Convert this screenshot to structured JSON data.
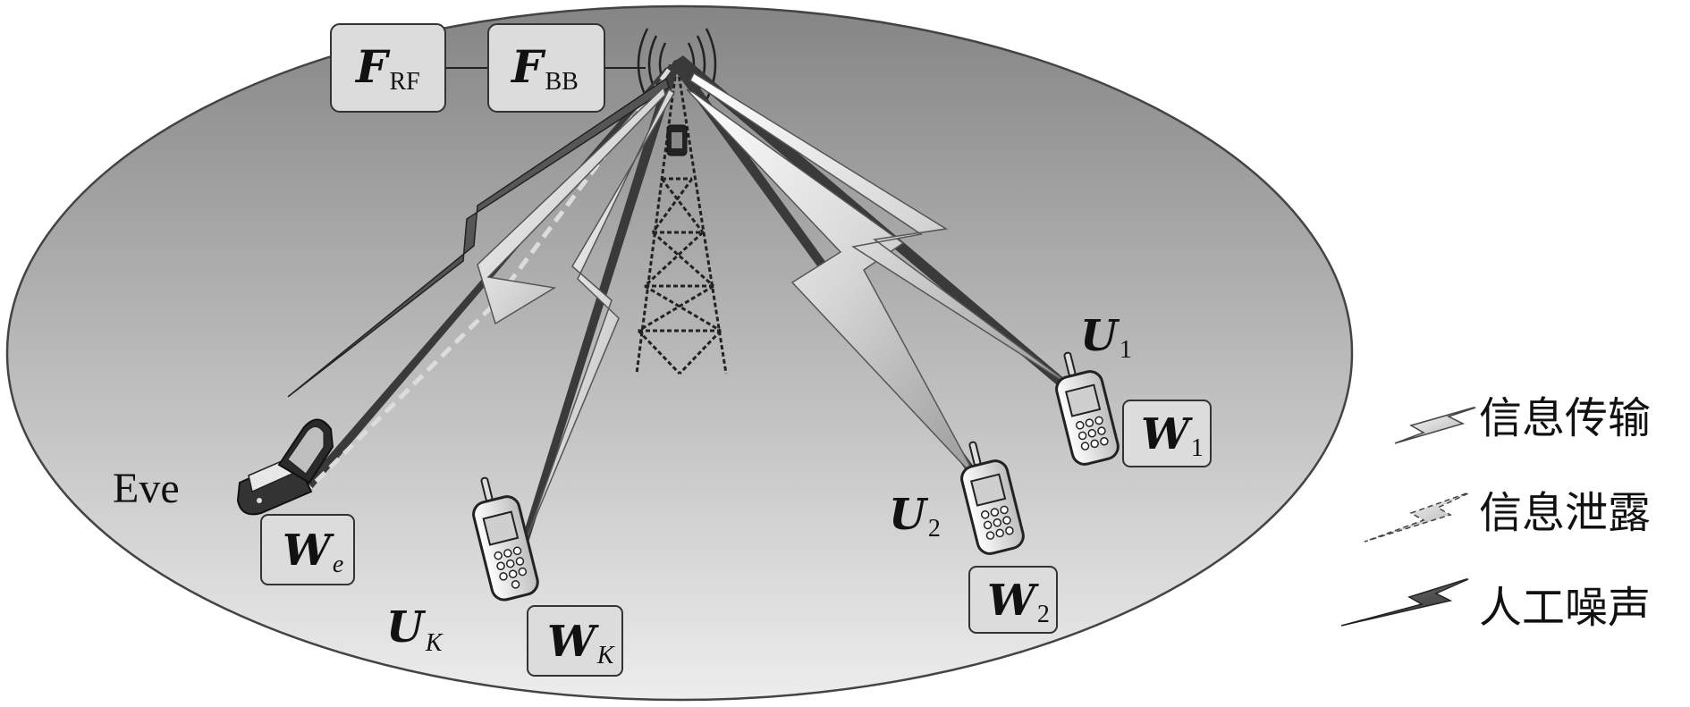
{
  "precoders": {
    "rf": {
      "symbol": "F",
      "subscript": "RF"
    },
    "bb": {
      "symbol": "F",
      "subscript": "BB"
    }
  },
  "eavesdropper": {
    "name": "Eve",
    "filter": {
      "symbol": "W",
      "subscript": "e"
    }
  },
  "users": [
    {
      "id": "u1",
      "label": "U",
      "label_sub": "1",
      "filter": "W",
      "filter_sub": "1"
    },
    {
      "id": "u2",
      "label": "U",
      "label_sub": "2",
      "filter": "W",
      "filter_sub": "2"
    },
    {
      "id": "uk",
      "label": "U",
      "label_sub": "K",
      "filter": "W",
      "filter_sub": "K"
    }
  ],
  "legend": [
    {
      "id": "info-transmission",
      "label": "信息传输",
      "color": "#d9d9d9"
    },
    {
      "id": "info-leakage",
      "label": "信息泄露",
      "color": "#bdbdbd"
    },
    {
      "id": "artificial-noise",
      "label": "人工噪声",
      "color": "#4a4a4a"
    }
  ],
  "colors": {
    "cell_top": "#858585",
    "cell_bottom": "#ececec",
    "info_bolt": "#e6e6e6",
    "noise_bolt": "#505050"
  }
}
